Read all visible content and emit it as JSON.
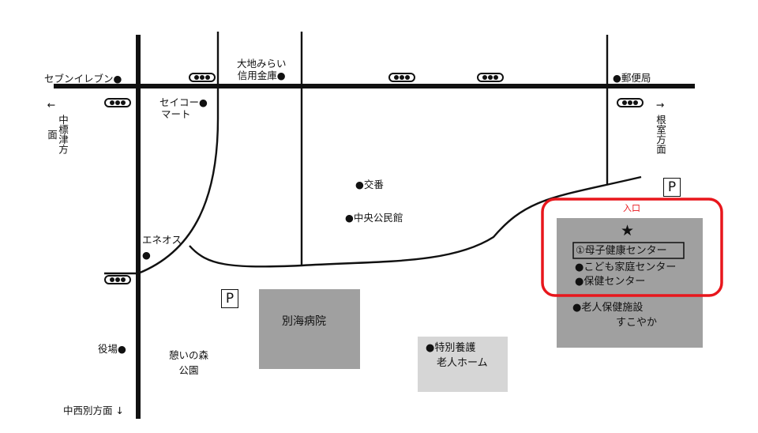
{
  "map": {
    "directions": {
      "nakashibetsu": "中標津方面",
      "nemuro": "根室方面",
      "nakanishibetsu": "中西別方面",
      "left_arrow": "←",
      "right_arrow": "→",
      "down_arrow": "↓"
    },
    "landmarks": {
      "seven_eleven": "セブンイレブン",
      "daichi_line1": "大地みらい",
      "daichi_line2": "信用金庫",
      "seicomart_line1": "セイコー",
      "seicomart_line2": "マート",
      "post_office": "郵便局",
      "police_box": "交番",
      "community_hall": "中央公民館",
      "eneos": "エネオス",
      "town_office": "役場",
      "park_line1": "憩いの森",
      "park_line2": "公園"
    },
    "buildings": {
      "hospital": "別海病院",
      "nursing_home_line1": "特別養護",
      "nursing_home_line2": "老人ホーム",
      "facility_star": "★",
      "center_main": "①母子健康センター",
      "center_kids": "こども家庭センター",
      "center_health": "保健センター",
      "sukoyaka_line1": "老人保健施設",
      "sukoyaka_line2": "すこやか"
    },
    "entrance": "入口",
    "parking": "P",
    "colors": {
      "road": "#111111",
      "building": "#a0a0a0",
      "building_light": "#d6d6d6",
      "highlight": "#e8161c"
    }
  }
}
